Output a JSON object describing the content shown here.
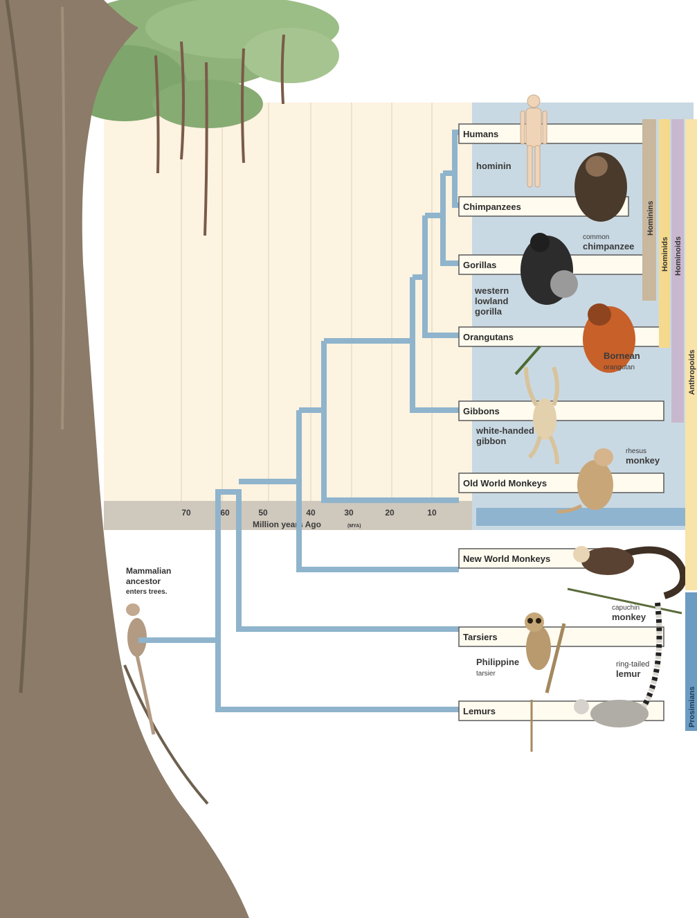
{
  "taxa": [
    {
      "id": "humans",
      "label": "Humans",
      "caption": [
        "hominin"
      ]
    },
    {
      "id": "chimps",
      "label": "Chimpanzees",
      "caption": [
        "common",
        "chimpanzee"
      ]
    },
    {
      "id": "gorillas",
      "label": "Gorillas",
      "caption": [
        "western",
        "lowland",
        "gorilla"
      ]
    },
    {
      "id": "orangutans",
      "label": "Orangutans",
      "caption": [
        "Bornean",
        "orangutan"
      ]
    },
    {
      "id": "gibbons",
      "label": "Gibbons",
      "caption": [
        "white-handed",
        "gibbon"
      ]
    },
    {
      "id": "oldworld",
      "label": "Old World Monkeys",
      "caption": [
        "rhesus",
        "monkey"
      ]
    },
    {
      "id": "newworld",
      "label": "New World Monkeys",
      "caption": [
        "capuchin",
        "monkey"
      ]
    },
    {
      "id": "tarsiers",
      "label": "Tarsiers",
      "caption": [
        "Philippine",
        "tarsier"
      ]
    },
    {
      "id": "lemurs",
      "label": "Lemurs",
      "caption": [
        "ring-tailed",
        "lemur"
      ]
    }
  ],
  "ancestor": {
    "lines": [
      "Mammalian",
      "ancestor",
      "enters trees."
    ]
  },
  "axis": {
    "title": "Million years Ago",
    "title_suffix": "(MYA)",
    "ticks": [
      "70",
      "60",
      "50",
      "40",
      "30",
      "20",
      "10"
    ]
  },
  "groups": [
    "Hominins",
    "Hominids",
    "Hominoids",
    "Anthropoids",
    "Prosimians"
  ],
  "colors": {
    "branch": "#8fb4cc",
    "background_chart": "#fcf3e1",
    "background_taxa": "#c9d9e3",
    "axis_bar": "#cfc8bd",
    "hominins": "#c9b89e",
    "hominids": "#f5d98c",
    "hominoids": "#c8b8cf",
    "anthropoids": "#f8e3a8",
    "prosimians": "#6d9cc2",
    "trunk": "#8b7b68"
  }
}
